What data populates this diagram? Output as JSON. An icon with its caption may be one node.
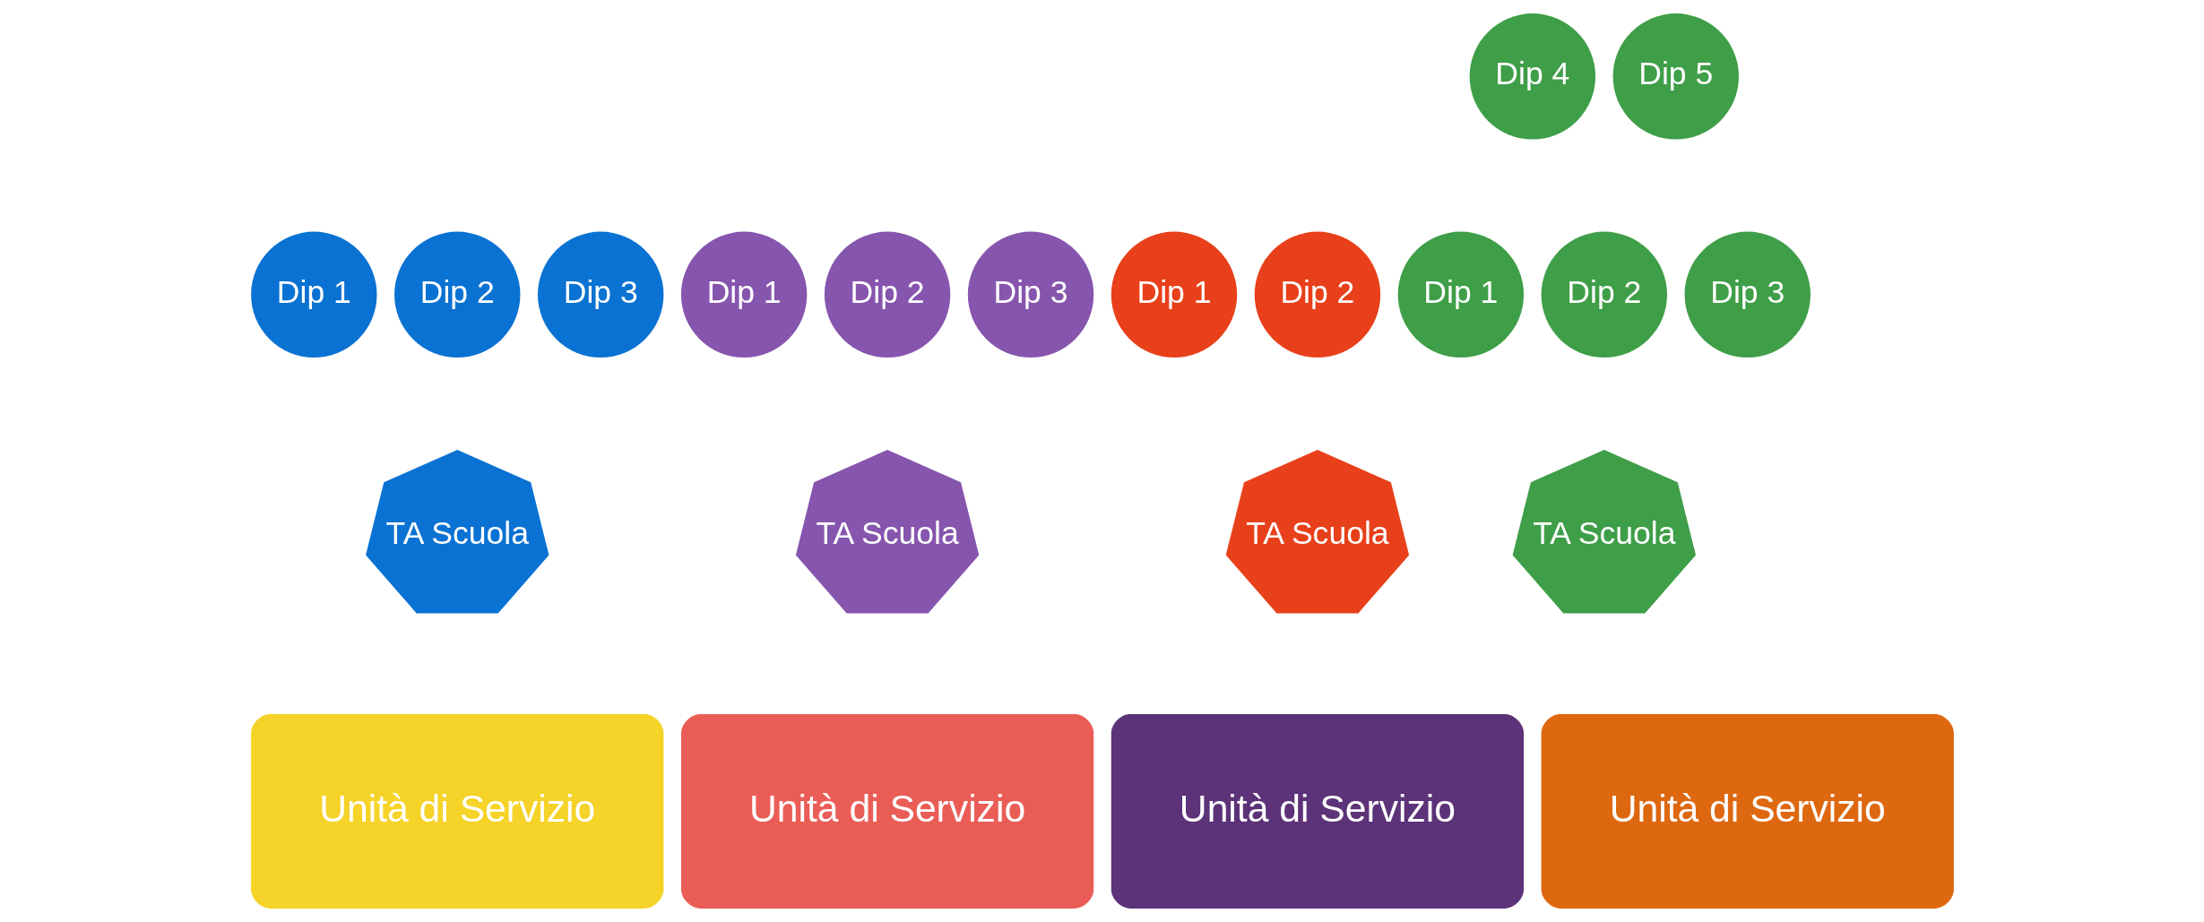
{
  "diagram": {
    "nodes": [
      {
        "text": [
          "Dip 4"
        ]
      },
      {
        "text": [
          "Dip 5"
        ]
      },
      {
        "text": [
          "Dip 1"
        ]
      },
      {
        "text": [
          "Dip 2"
        ]
      },
      {
        "text": [
          "Dip 3"
        ]
      },
      {
        "text": [
          "Dip 1"
        ]
      },
      {
        "text": [
          "Dip 2"
        ]
      },
      {
        "text": [
          "Dip 3"
        ]
      },
      {
        "text": [
          "Dip 1"
        ]
      },
      {
        "text": [
          "Dip 2"
        ]
      },
      {
        "text": [
          "Dip 1"
        ]
      },
      {
        "text": [
          "Dip 2"
        ]
      },
      {
        "text": [
          "Dip 3"
        ]
      },
      {
        "text": [
          "TA Scuola"
        ]
      },
      {
        "text": [
          "TA Scuola"
        ]
      },
      {
        "text": [
          "TA Scuola"
        ]
      },
      {
        "text": [
          "TA Scuola"
        ]
      },
      {
        "text": [
          "Unità di Servizio"
        ]
      },
      {
        "text": [
          "Unità di Servizio"
        ]
      },
      {
        "text": [
          "Unità di Servizio"
        ]
      },
      {
        "text": [
          "Unità di Servizio"
        ]
      }
    ],
    "edges": []
  }
}
